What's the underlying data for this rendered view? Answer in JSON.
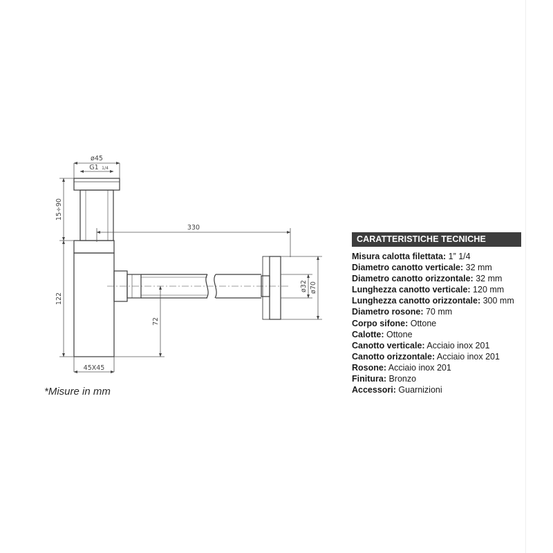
{
  "drawing": {
    "dimensions": {
      "top_diameter": "ø45",
      "thread": "G1",
      "thread_fraction": "1/4",
      "top_height": "15÷90",
      "horizontal_length": "330",
      "body_height": "122",
      "outlet_height": "72",
      "base_size": "45X45",
      "pipe_diameter": "ø32",
      "rosette_diameter": "ø70"
    },
    "footnote": "*Misure in mm"
  },
  "specs": {
    "title": "CARATTERISTICHE TECNICHE",
    "items": [
      {
        "label": "Misura calotta filettata:",
        "value": " 1” 1/4"
      },
      {
        "label": "Diametro canotto verticale:",
        "value": " 32 mm"
      },
      {
        "label": "Diametro canotto orizzontale:",
        "value": " 32 mm"
      },
      {
        "label": "Lunghezza canotto verticale:",
        "value": " 120 mm"
      },
      {
        "label": "Lunghezza canotto orizzontale:",
        "value": " 300 mm"
      },
      {
        "label": "Diametro rosone:",
        "value": " 70 mm"
      },
      {
        "label": "Corpo sifone:",
        "value": " Ottone"
      },
      {
        "label": "Calotte:",
        "value": " Ottone"
      },
      {
        "label": "Canotto verticale:",
        "value": " Acciaio inox 201"
      },
      {
        "label": "Canotto orizzontale:",
        "value": " Acciaio inox 201"
      },
      {
        "label": "Rosone:",
        "value": " Acciaio inox 201"
      },
      {
        "label": "Finitura:",
        "value": " Bronzo"
      },
      {
        "label": "Accessori:",
        "value": " Guarnizioni"
      }
    ]
  }
}
